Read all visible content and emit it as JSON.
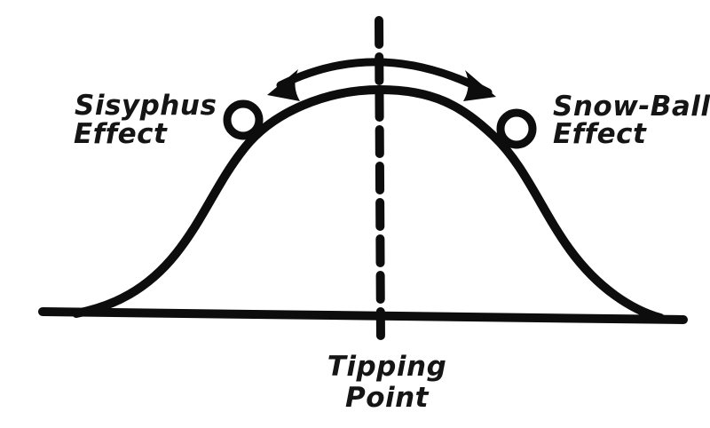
{
  "colors": {
    "background": "#ffffff",
    "ink": "#0d0d0d"
  },
  "labels": {
    "sisyphus": {
      "line1": "Sisyphus",
      "line2": "Effect"
    },
    "snowball": {
      "line1": "Snow-Ball",
      "line2": "Effect"
    },
    "tipping": {
      "line1": "Tipping",
      "line2": "Point"
    }
  }
}
